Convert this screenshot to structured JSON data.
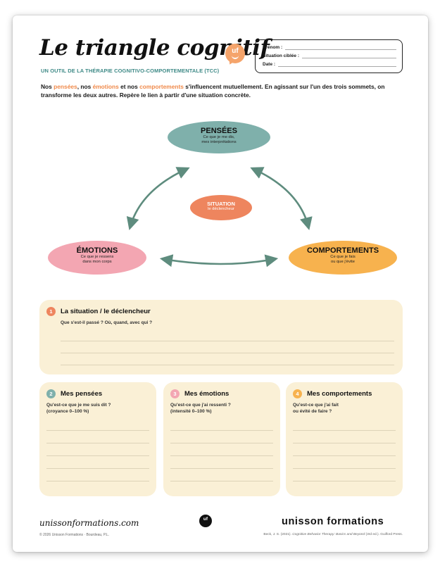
{
  "header": {
    "title": "Le triangle cognitif",
    "subtitle": "UN OUTIL DE LA THÉRAPIE COGNITIVO-COMPORTEMENTALE (TCC)",
    "logo_text": "uf"
  },
  "id_box": {
    "prenom": "Prénom :",
    "situation": "Situation ciblée :",
    "date": "Date :"
  },
  "intro": {
    "p1": "Nos ",
    "w1": "pensées",
    "p2": ", nos ",
    "w2": "émotions",
    "p3": " et nos ",
    "w3": "comportements",
    "p4": " s'influencent mutuellement. En agissant sur l'un des trois sommets, on transforme les deux autres. Repère le lien à partir d'une situation concrète."
  },
  "triangle": {
    "pensees": {
      "title": "PENSÉES",
      "sub1": "Ce que je me dis,",
      "sub2": "mes interprétations"
    },
    "emotions": {
      "title": "ÉMOTIONS",
      "sub1": "Ce que je ressens",
      "sub2": "dans mon corps"
    },
    "comportements": {
      "title": "COMPORTEMENTS",
      "sub1": "Ce que je fais",
      "sub2": "ou que j'évite"
    },
    "situation": {
      "title": "SITUATION",
      "sub1": "le déclencheur"
    }
  },
  "sections": {
    "s1": {
      "num": "1",
      "title": "La situation / le déclencheur",
      "q1": "Que s'est-il passé ? Où, quand, avec qui ?",
      "color": "#ee855e"
    },
    "s2": {
      "num": "2",
      "title": "Mes pensées",
      "q1": "Qu'est-ce que je me suis dit ?",
      "q2": "(croyance 0–100 %)",
      "color": "#7fb0ab"
    },
    "s3": {
      "num": "3",
      "title": "Mes émotions",
      "q1": "Qu'est-ce que j'ai ressenti ?",
      "q2": "(intensité 0–100 %)",
      "color": "#f3a6b2"
    },
    "s4": {
      "num": "4",
      "title": "Mes comportements",
      "q1": "Qu'est-ce que j'ai fait",
      "q2": "ou évité de faire ?",
      "color": "#f7b24e"
    }
  },
  "footer": {
    "site": "unissonformations.com",
    "copyright": "© 2026 Unisson Formations · Bourdeau, P.L.",
    "brand": "unisson formations",
    "ref_a": "Beck, J. S. (2021). ",
    "ref_b": "Cognitive Behavior Therapy: Basics and Beyond",
    "ref_c": " (3rd ed.). Guilford Press.",
    "logo_text": "uf"
  },
  "colors": {
    "teal": "#7fb0ab",
    "pink": "#f3a6b2",
    "orange": "#f7b24e",
    "coral": "#ee855e",
    "arrow": "#5e8c7e",
    "panel": "#faf0d6"
  }
}
